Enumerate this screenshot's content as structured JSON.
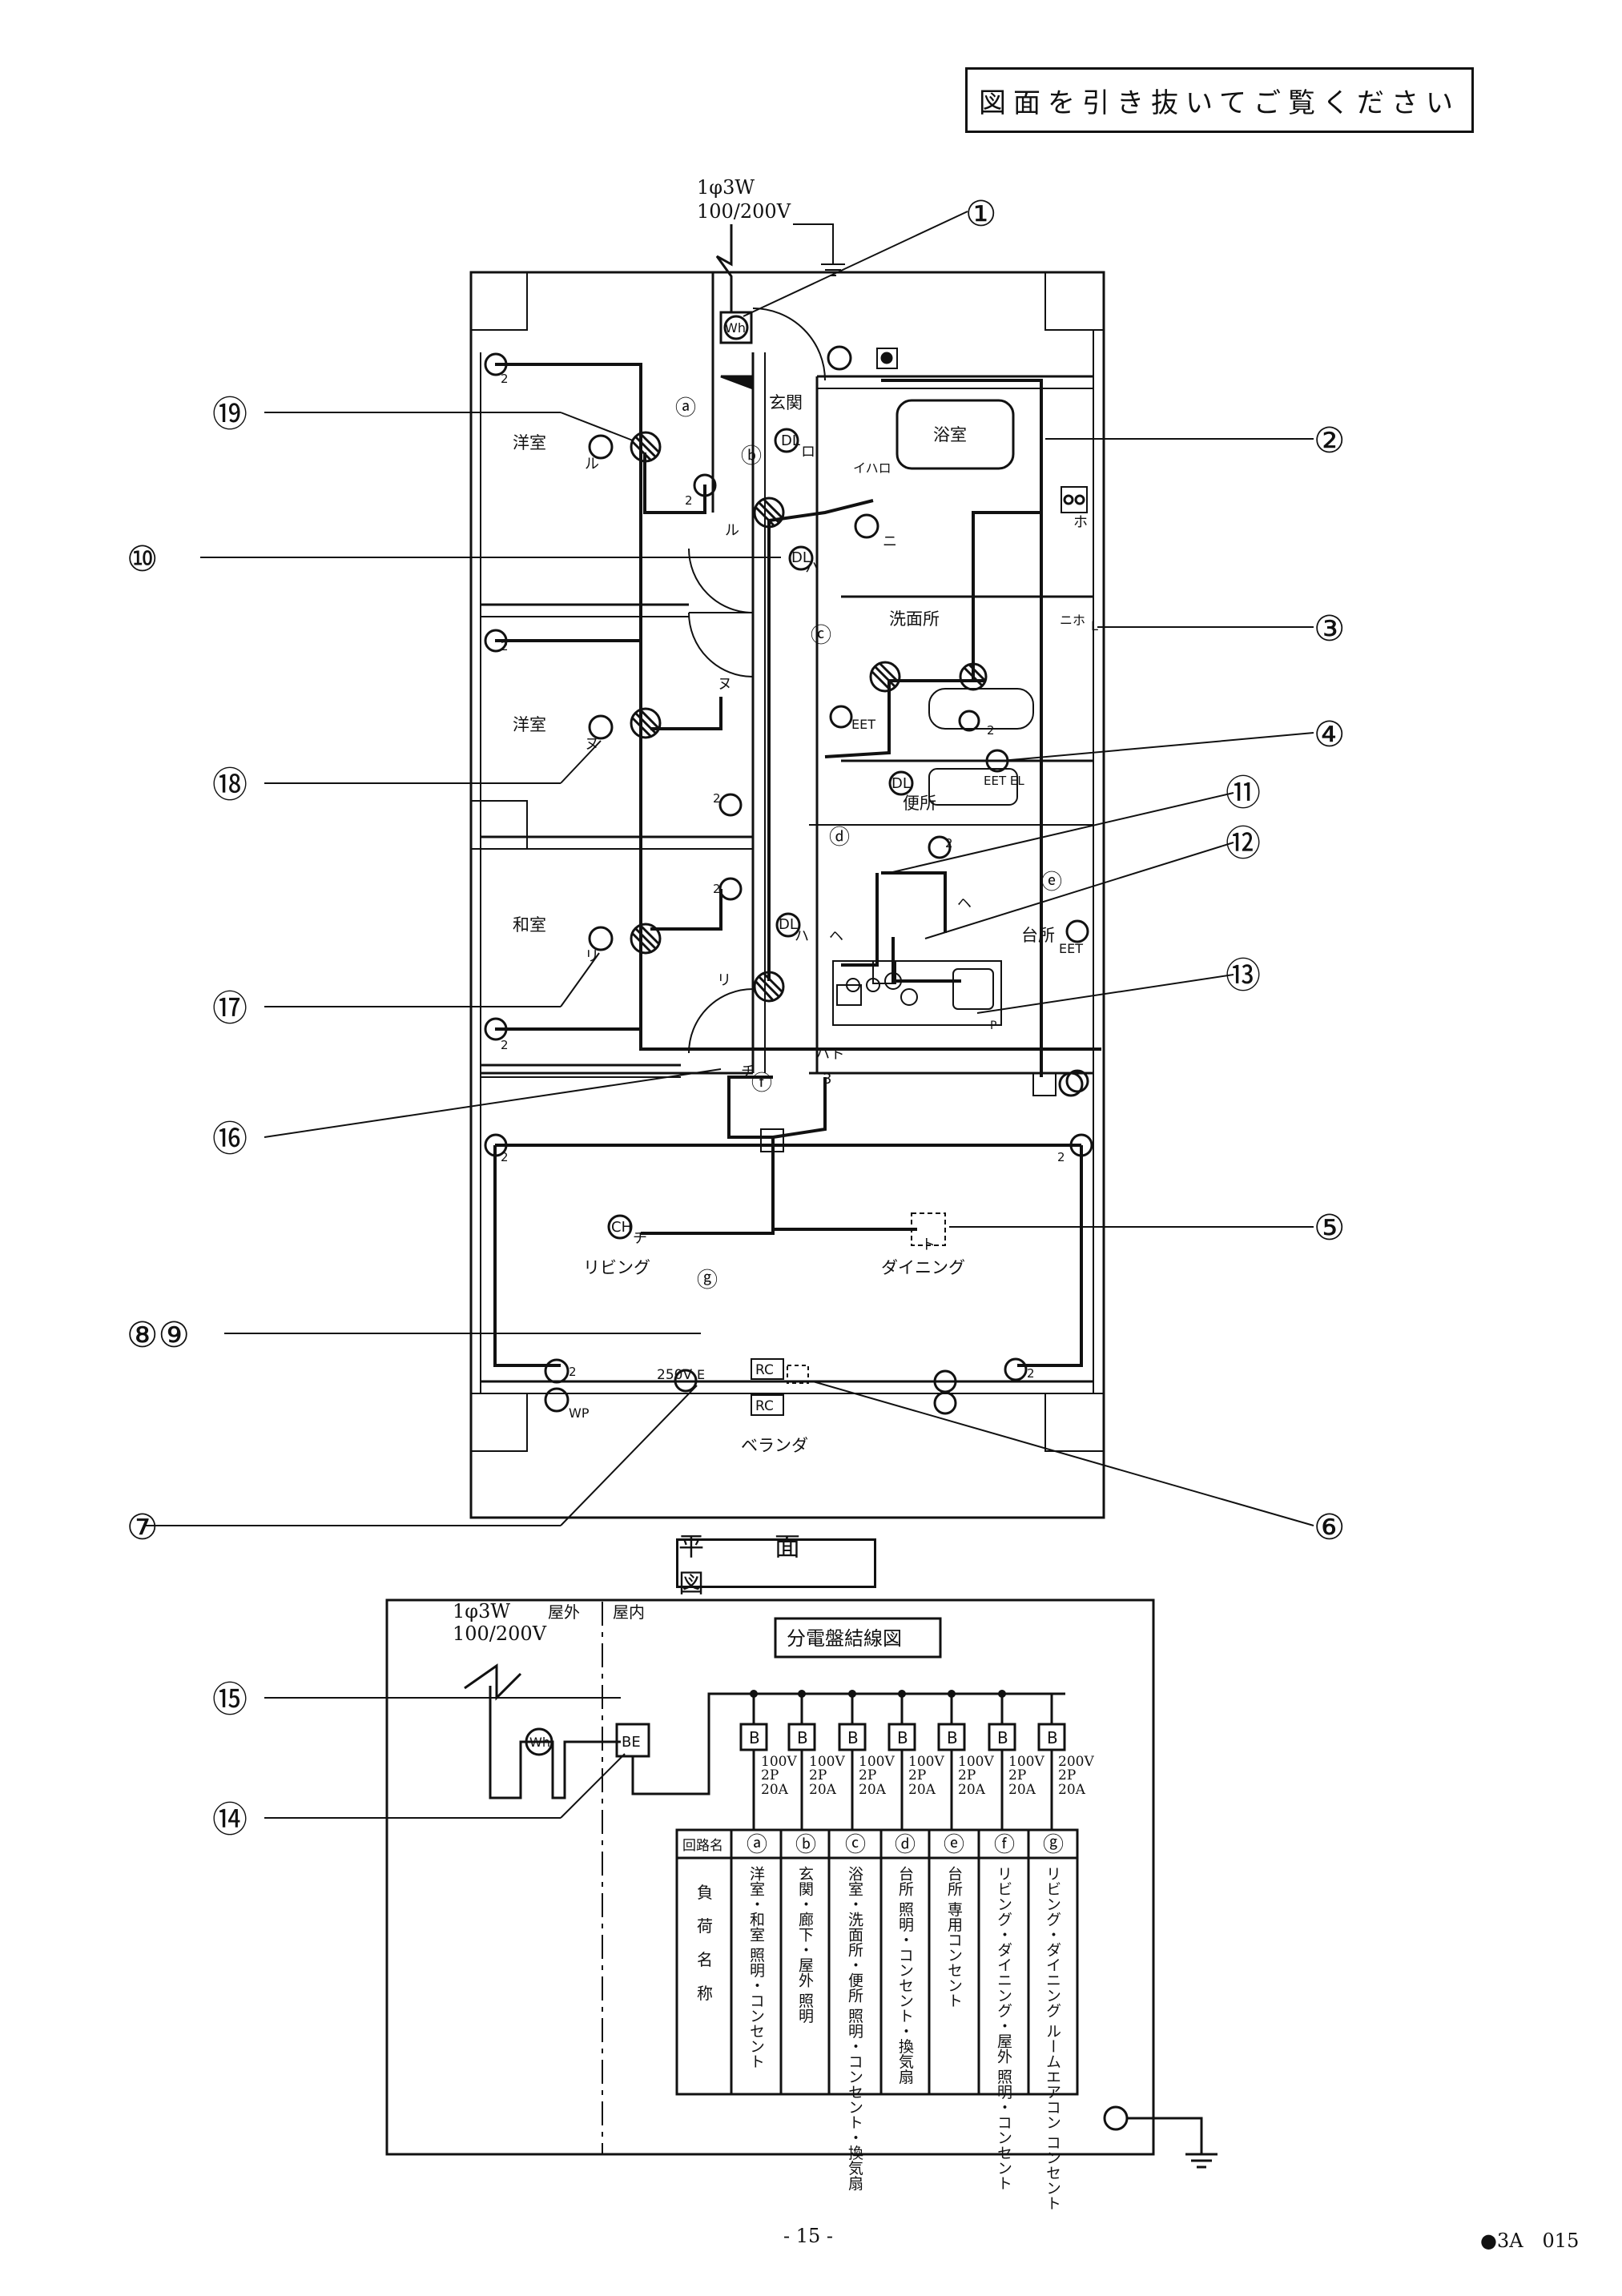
{
  "header_note": "図面を引き抜いてご覧ください",
  "supply": {
    "phase": "1φ3W",
    "voltage": "100/200V"
  },
  "rooms": {
    "entrance": "玄関",
    "bath": "浴室",
    "western1": "洋室",
    "western2": "洋室",
    "japanese": "和室",
    "washroom": "洗面所",
    "toilet": "便所",
    "kitchen": "台所",
    "living": "リビング",
    "dining": "ダイニング",
    "veranda": "ベランダ"
  },
  "plan_title": "平　面　図",
  "circle_numbers": [
    "①",
    "②",
    "③",
    "④",
    "⑤",
    "⑥",
    "⑦",
    "⑧⑨",
    "⑩",
    "⑪",
    "⑫",
    "⑬",
    "⑭",
    "⑮",
    "⑯",
    "⑰",
    "⑱",
    "⑲"
  ],
  "circuit_tags": [
    "ⓐ",
    "ⓑ",
    "ⓒ",
    "ⓓ",
    "ⓔ",
    "ⓕ",
    "ⓖ"
  ],
  "switch_labels": {
    "ru": "ル",
    "ro": "ロ",
    "i": "イ",
    "ha": "ハ",
    "ni": "ニ",
    "ho": "ホ",
    "nu": "ヌ",
    "ri": "リ",
    "he": "ヘ",
    "chi": "チ",
    "to": "ト",
    "hato": "ハト",
    "n3": "3",
    "ihro": "イハロ",
    "niho": "ニホ"
  },
  "symbols": {
    "dl": "DL",
    "ch": "CH",
    "rc": "RC",
    "wh": "Wh",
    "be": "BE",
    "b": "B",
    "eet": "EET",
    "eetel": "EET EL",
    "wp": "WP",
    "v250": "250V",
    "e": "E",
    "l": "L",
    "p": "P",
    "two": "2"
  },
  "panel": {
    "title": "分電盤結線図",
    "outdoor": "屋外",
    "indoor": "屋内",
    "supply_phase": "1φ3W",
    "supply_voltage": "100/200V",
    "breakers": [
      {
        "v": "100V",
        "p": "2P",
        "a": "20A"
      },
      {
        "v": "100V",
        "p": "2P",
        "a": "20A"
      },
      {
        "v": "100V",
        "p": "2P",
        "a": "20A"
      },
      {
        "v": "100V",
        "p": "2P",
        "a": "20A"
      },
      {
        "v": "100V",
        "p": "2P",
        "a": "20A"
      },
      {
        "v": "100V",
        "p": "2P",
        "a": "20A"
      },
      {
        "v": "200V",
        "p": "2P",
        "a": "20A"
      }
    ],
    "table_header": "回路名",
    "load_label": [
      "負",
      "荷",
      "名",
      "称"
    ],
    "circuits": [
      {
        "tag": "ⓐ",
        "load": "洋室・和室 照明・コンセント"
      },
      {
        "tag": "ⓑ",
        "load": "玄関・廊下・屋外 照明"
      },
      {
        "tag": "ⓒ",
        "load": "浴室・洗面所・便所 照明・コンセント・換気扇"
      },
      {
        "tag": "ⓓ",
        "load": "台所 照明・コンセント・換気扇"
      },
      {
        "tag": "ⓔ",
        "load": "台所 専用コンセント"
      },
      {
        "tag": "ⓕ",
        "load": "リビング・ダイニング・屋外 照明・コンセント"
      },
      {
        "tag": "ⓖ",
        "load": "リビング・ダイニング ルームエアコン コンセント"
      }
    ]
  },
  "page_number": "- 15 -",
  "code": "●3A　015"
}
